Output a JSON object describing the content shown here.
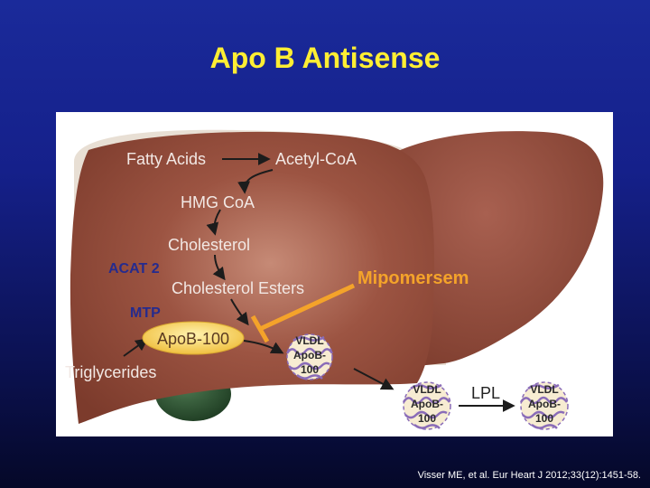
{
  "slide": {
    "title": "Apo B Antisense",
    "citation": "Visser ME, et al. Eur Heart J 2012;33(12):1451-58."
  },
  "diagram": {
    "pathway": {
      "fatty_acids": "Fatty Acids",
      "acetyl_coa": "Acetyl-CoA",
      "hmg_coa": "HMG CoA",
      "cholesterol": "Cholesterol",
      "cholesterol_esters": "Cholesterol Esters",
      "acat2": "ACAT 2",
      "mtp": "MTP",
      "apob100": "ApoB-100",
      "triglycerides": "Triglycerides"
    },
    "drug": "Mipomersem",
    "enzyme": "LPL",
    "particles": [
      {
        "line1": "VLDL",
        "line2": "ApoB-",
        "line3": "100"
      },
      {
        "line1": "VLDL",
        "line2": "ApoB-",
        "line3": "100"
      },
      {
        "line1": "VLDL",
        "line2": "ApoB-",
        "line3": "100"
      }
    ],
    "colors": {
      "liver": "#8e4a38",
      "liver_light": "#b87a66",
      "gallbladder": "#2e5a34",
      "text_light": "#f2e8e4",
      "enzyme_label": "#252b8e",
      "drug": "#f4a32a",
      "apob_oval": "#f6d060",
      "particle_fill": "#f7ecd2",
      "particle_squiggle": "#8a6cb8"
    }
  }
}
